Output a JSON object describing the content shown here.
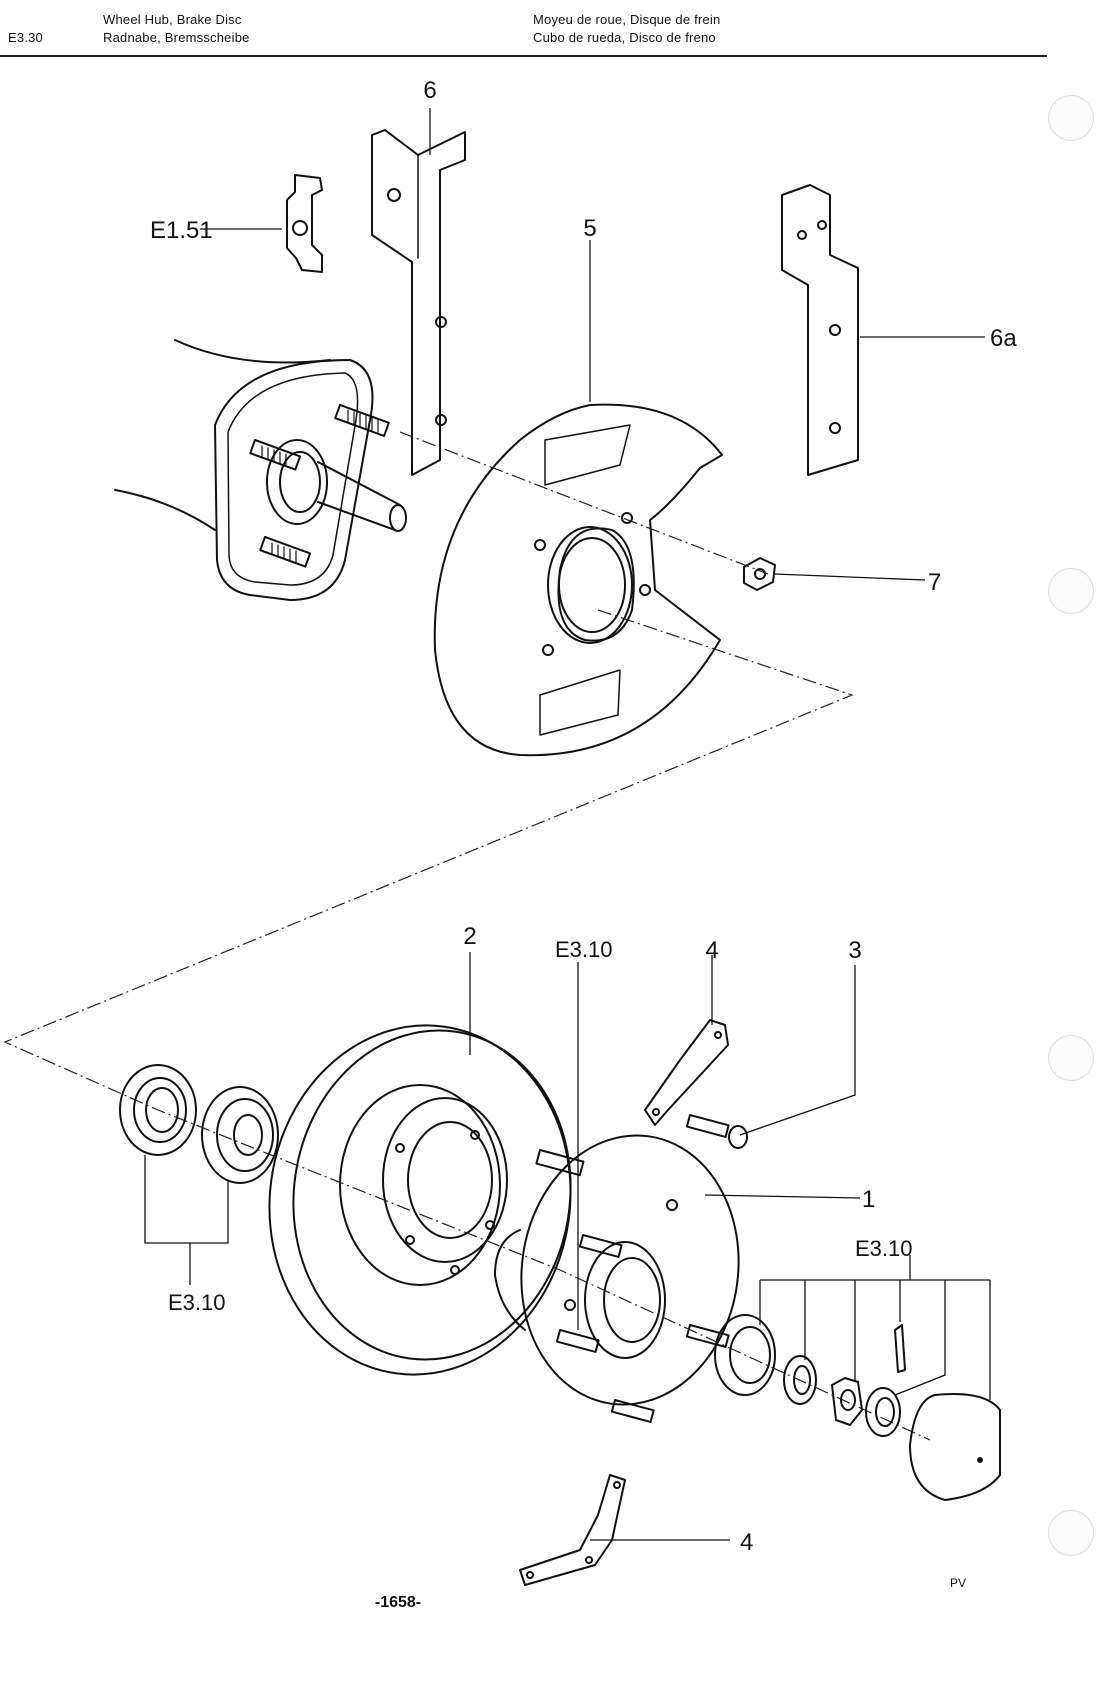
{
  "header": {
    "page_code": "E3.30",
    "title_en": "Wheel Hub, Brake Disc",
    "title_de": "Radnabe, Bremsscheibe",
    "title_fr": "Moyeu de roue, Disque de frein",
    "title_es": "Cubo de rueda, Disco de freno"
  },
  "callouts": {
    "c6": "6",
    "c5": "5",
    "c6a": "6a",
    "c7": "7",
    "e151": "E1.51",
    "c2": "2",
    "e310_top": "E3.10",
    "c4_top": "4",
    "c3": "3",
    "c1": "1",
    "e310_right": "E3.10",
    "e310_left": "E3.10",
    "c4_bottom": "4"
  },
  "footer": {
    "page_number": "-1658-",
    "initials": "PV"
  }
}
